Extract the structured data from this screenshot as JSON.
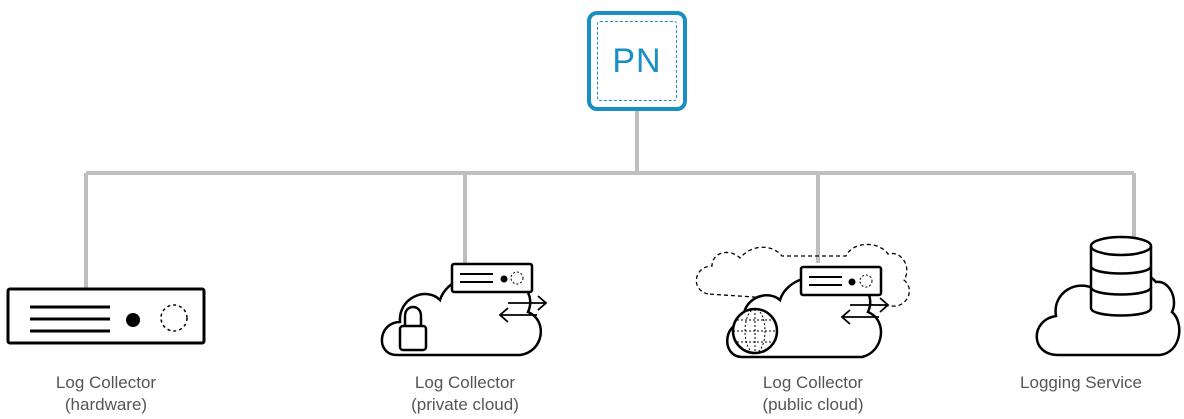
{
  "hub": {
    "label": "PN",
    "color": "#1a8fc4"
  },
  "connector_color": "#bfbfbf",
  "nodes": [
    {
      "title": "Log Collector",
      "subtitle": "(hardware)",
      "icon": "hardware-appliance-icon"
    },
    {
      "title": "Log Collector",
      "subtitle": "(private cloud)",
      "icon": "private-cloud-server-icon"
    },
    {
      "title": "Log Collector",
      "subtitle": "(public cloud)",
      "icon": "public-cloud-server-icon"
    },
    {
      "title": "Logging Service",
      "subtitle": "",
      "icon": "cloud-database-icon"
    }
  ]
}
